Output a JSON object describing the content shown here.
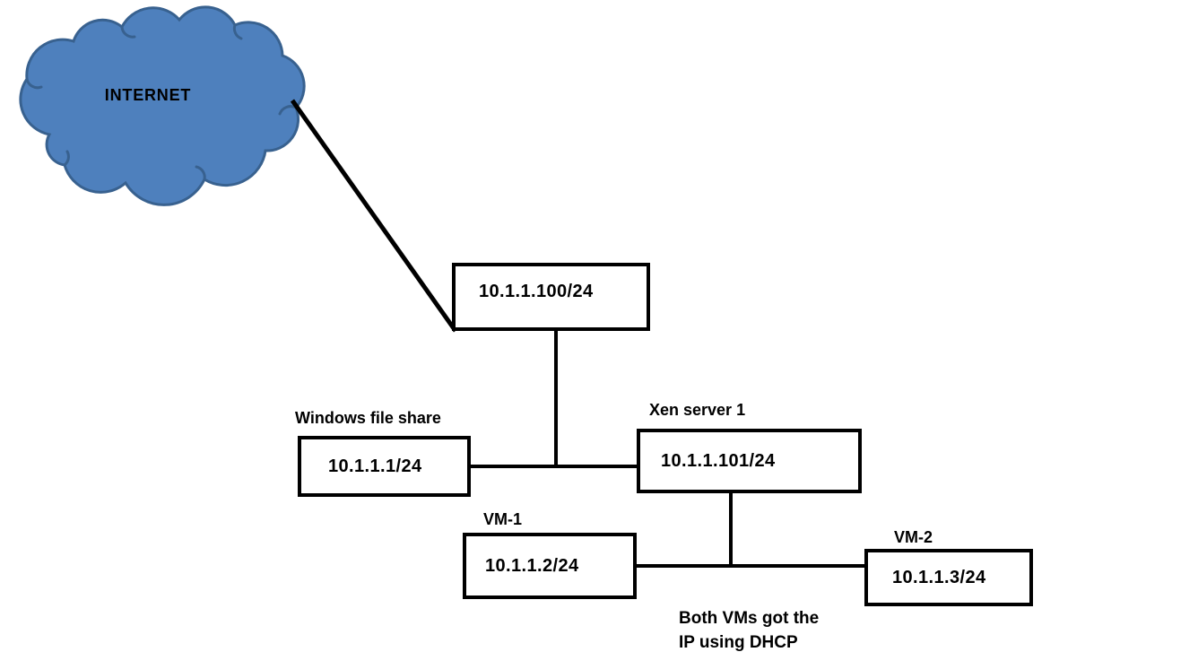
{
  "diagram": {
    "cloud": {
      "label": "INTERNET"
    },
    "nodes": {
      "gateway": {
        "title": "",
        "ip": "10.1.1.100/24"
      },
      "file_share": {
        "title": "Windows file share",
        "ip": "10.1.1.1/24"
      },
      "xen_server": {
        "title": "Xen server 1",
        "ip": "10.1.1.101/24"
      },
      "vm1": {
        "title": "VM-1",
        "ip": "10.1.1.2/24"
      },
      "vm2": {
        "title": "VM-2",
        "ip": "10.1.1.3/24"
      }
    },
    "caption": {
      "line1": "Both VMs got the",
      "line2": "IP using DHCP"
    },
    "colors": {
      "cloud_fill": "#4e80bd",
      "cloud_stroke": "#38618f",
      "line": "#000000",
      "box_border": "#000000",
      "text": "#000000"
    }
  }
}
